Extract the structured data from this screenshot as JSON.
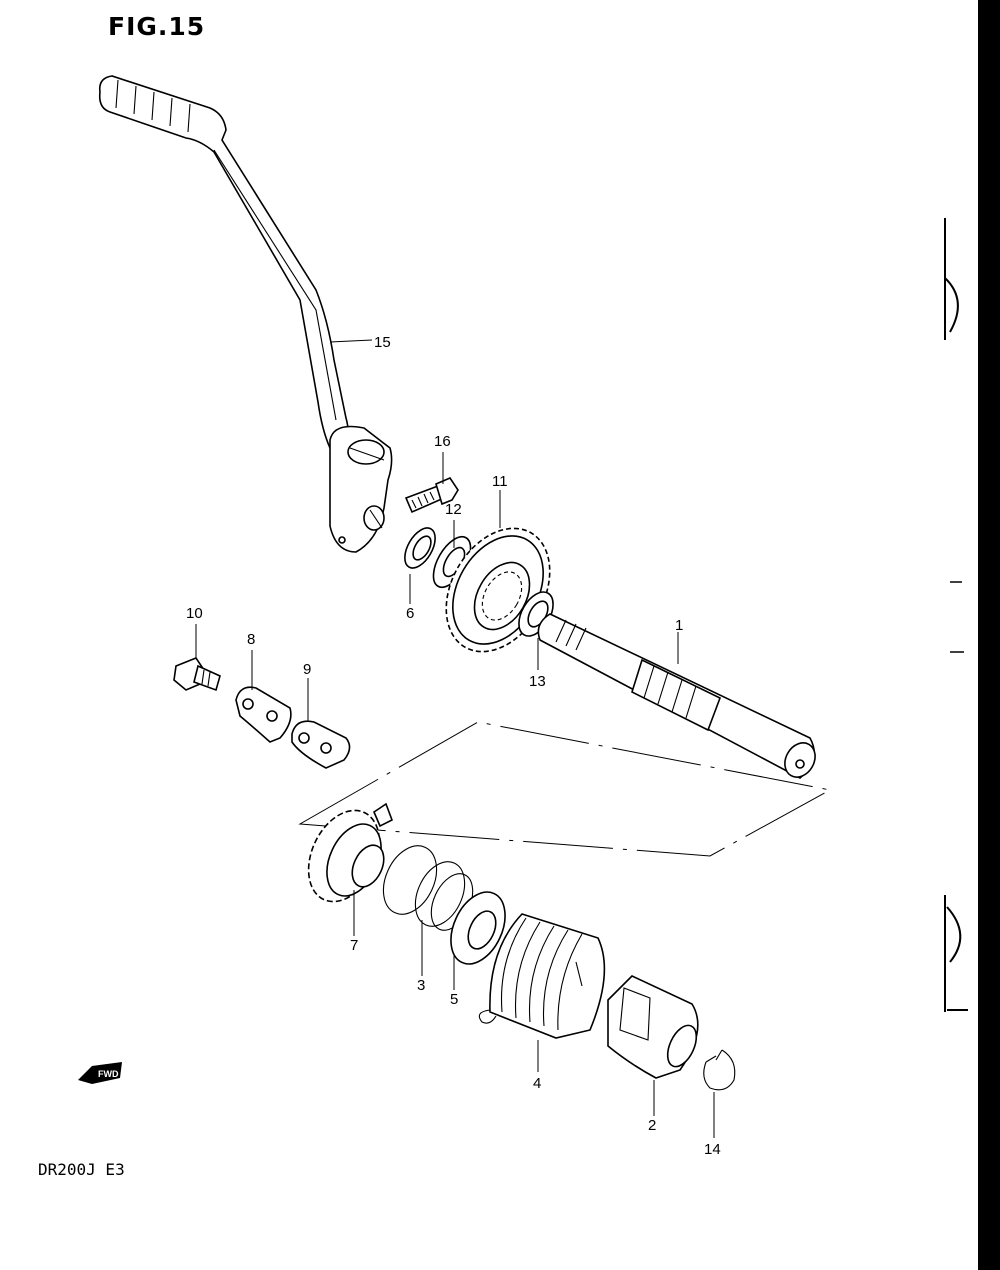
{
  "figure": {
    "title": "FIG.15",
    "model_code": "DR200J E3",
    "fwd_badge": "FWD"
  },
  "callouts": [
    {
      "id": "c1",
      "text": "1"
    },
    {
      "id": "c2",
      "text": "2"
    },
    {
      "id": "c3",
      "text": "3"
    },
    {
      "id": "c4",
      "text": "4"
    },
    {
      "id": "c5",
      "text": "5"
    },
    {
      "id": "c6",
      "text": "6"
    },
    {
      "id": "c7",
      "text": "7"
    },
    {
      "id": "c8",
      "text": "8"
    },
    {
      "id": "c9",
      "text": "9"
    },
    {
      "id": "c10",
      "text": "10"
    },
    {
      "id": "c11",
      "text": "11"
    },
    {
      "id": "c12",
      "text": "12"
    },
    {
      "id": "c13",
      "text": "13"
    },
    {
      "id": "c14",
      "text": "14"
    },
    {
      "id": "c15",
      "text": "15"
    },
    {
      "id": "c16",
      "text": "16"
    }
  ],
  "icons": [
    "fwd-arrow-icon"
  ],
  "colors": {
    "ink": "#000000",
    "paper": "#ffffff"
  }
}
